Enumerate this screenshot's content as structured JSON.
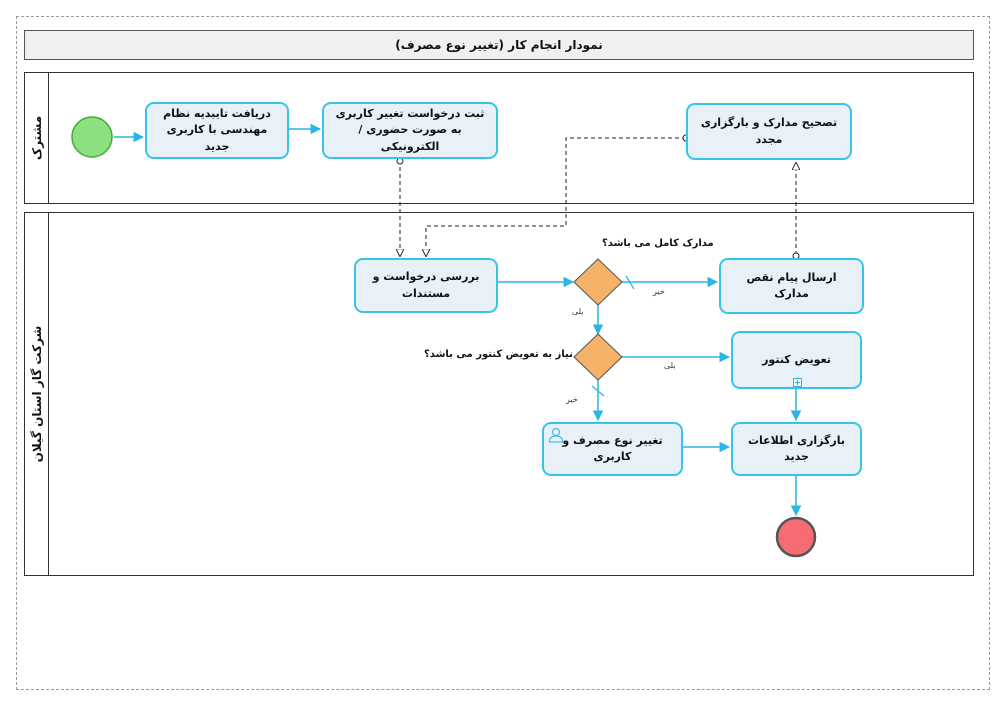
{
  "diagram": {
    "title": "نمودار انجام کار (تغییر نوع مصرف)",
    "lanes": [
      {
        "id": "customer",
        "label": "مشترک"
      },
      {
        "id": "company",
        "label": "شرکت گاز استان گیلان"
      }
    ],
    "tasks": {
      "receive_approval": "دریافت تاییدیه نظام مهندسی با کاربری جدید",
      "register_request": "ثبت درخواست تغییر کاربری به صورت حضوری / الکترونیکی",
      "correct_docs": "تصحیح مدارک و بارگزاری مجدد",
      "review_request": "بررسی درخواست و مستندات",
      "send_deficiency": "ارسال پیام نقص مدارک",
      "replace_meter": "تعویض کنتور",
      "change_usage": "تغییر نوع مصرف و کاربری",
      "upload_info": "بارگزاری اطلاعات جدید"
    },
    "gateways": {
      "docs_complete": "مدارک کامل می باشد؟",
      "meter_needed": "نیاز به تعویض کنتور می باشد؟"
    },
    "flow_labels": {
      "no_1": "خیر",
      "yes_1": "بلی",
      "yes_2": "بلی",
      "no_2": "خیر"
    },
    "colors": {
      "task_fill": "#e8f0f8",
      "task_border": "#38c3ea",
      "flow_line": "#29b6e6",
      "gateway_fill": "#f7b26a",
      "start_fill": "#8de07f",
      "start_border": "#3fae36",
      "end_fill": "#f76c74",
      "end_border": "#555555"
    },
    "icons": {
      "user_task": "user-icon",
      "subprocess": "plus-box-icon"
    }
  }
}
